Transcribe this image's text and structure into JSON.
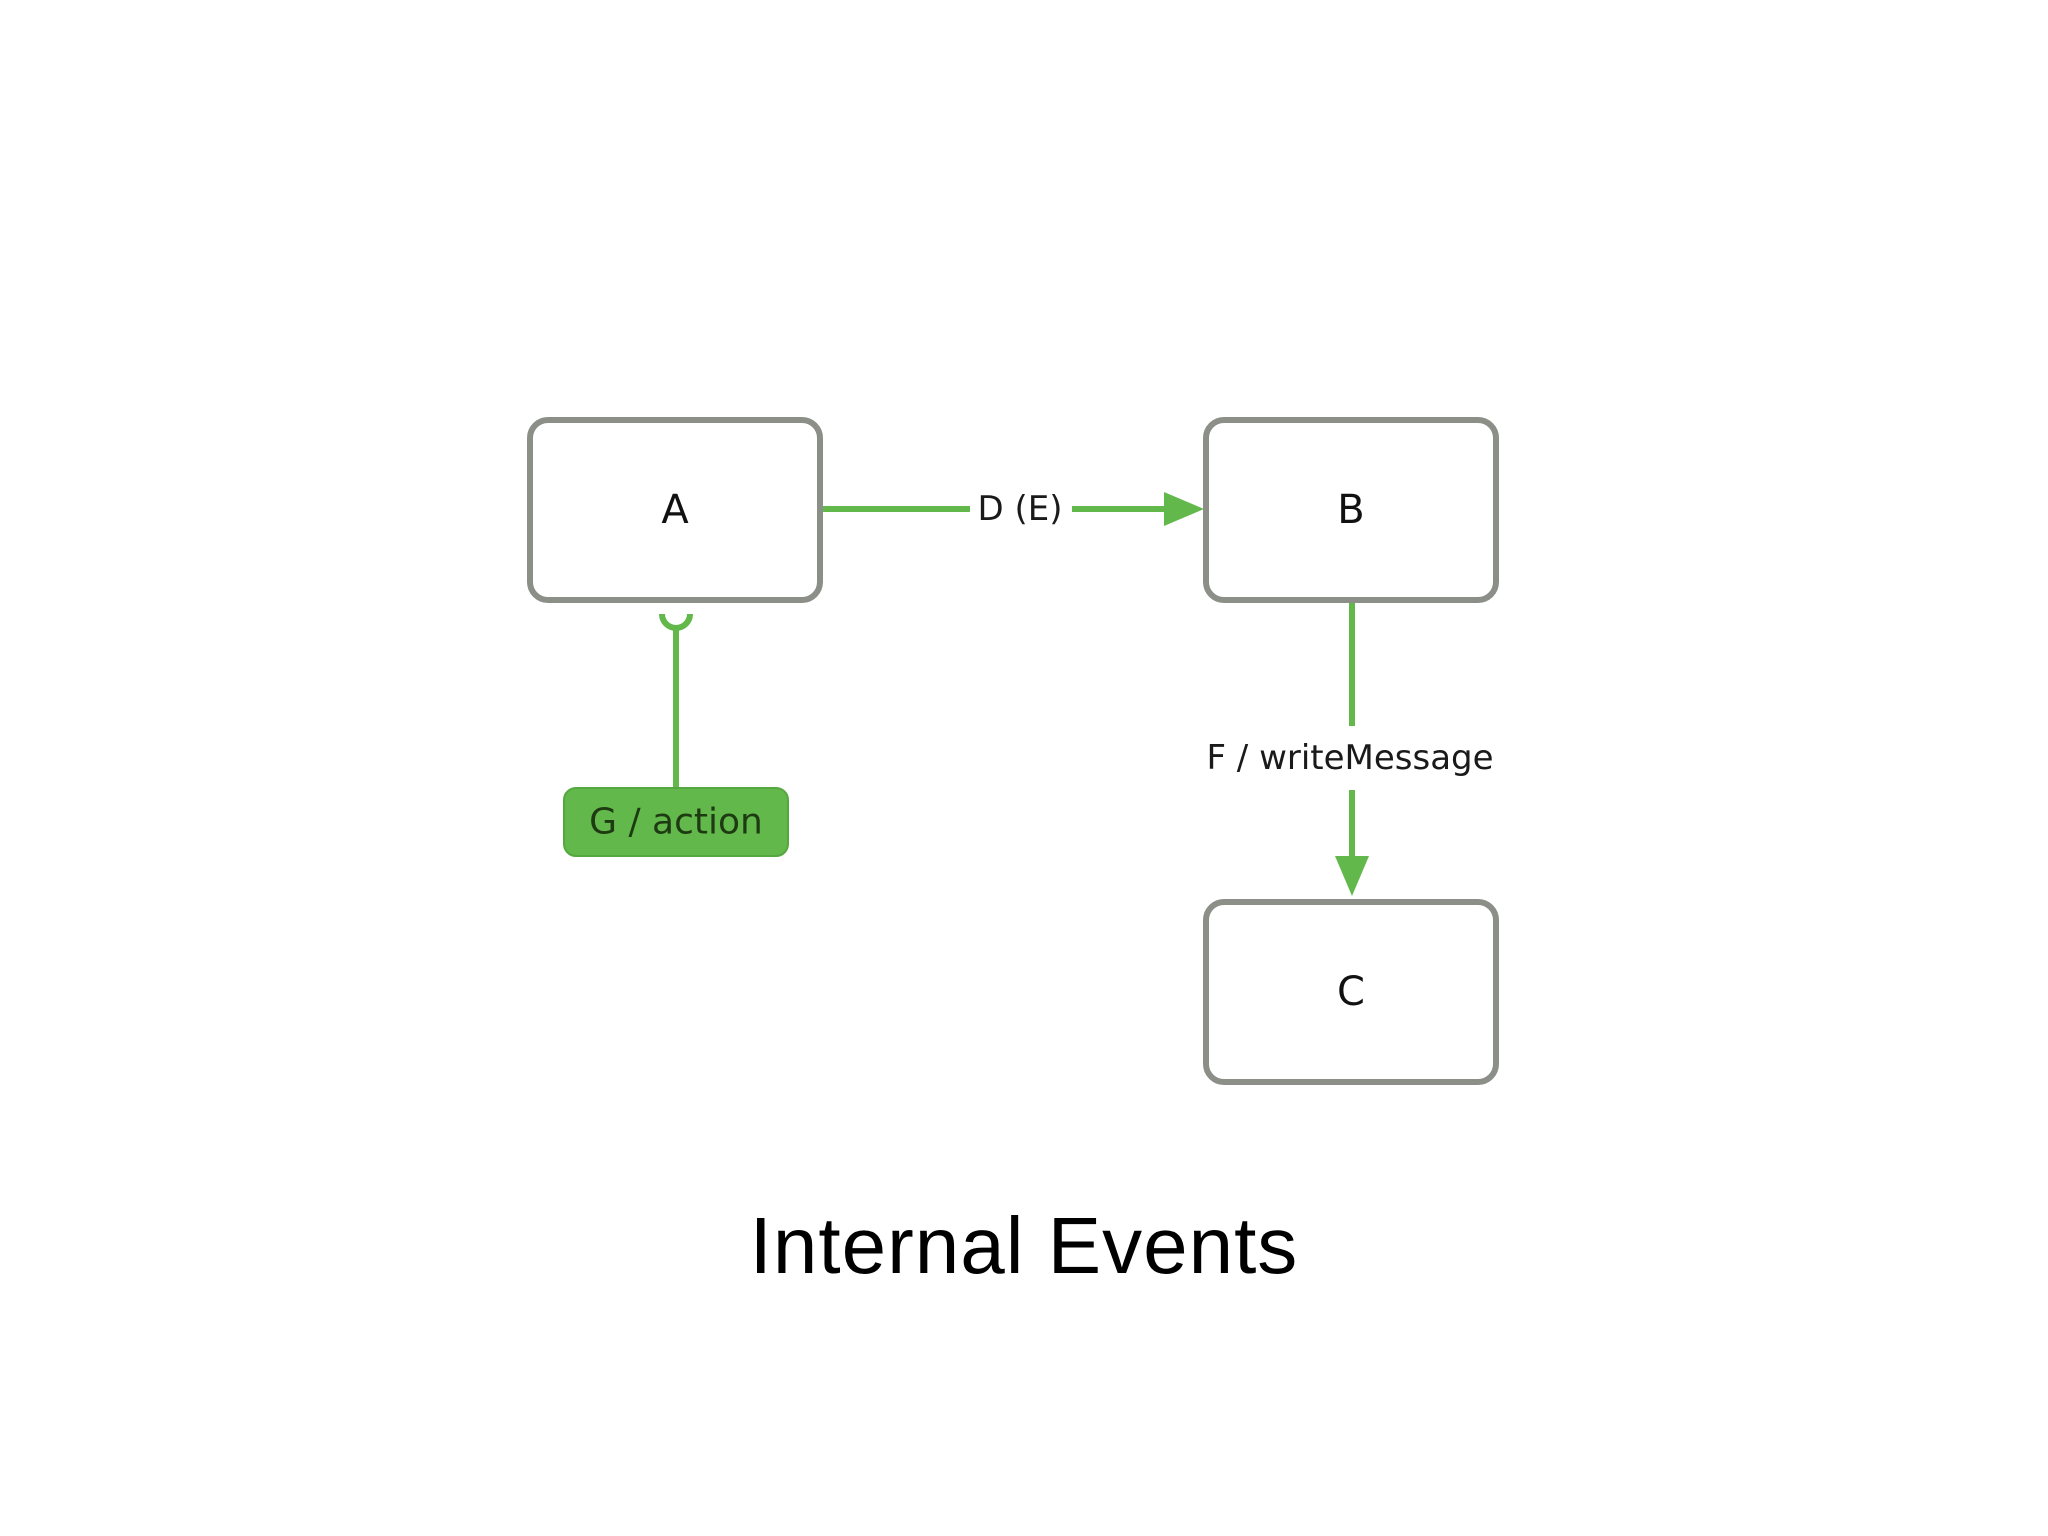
{
  "diagram": {
    "states": {
      "a": "A",
      "b": "B",
      "c": "C"
    },
    "transitions": {
      "a_to_b": "D (E)",
      "b_to_c": "F / writeMessage"
    },
    "internal_event": "G / action"
  },
  "colors": {
    "edge": "#62b84a",
    "state_border": "#8c8f88",
    "internal_fill": "#62b84a"
  },
  "slide": {
    "title": "Internal Events"
  }
}
